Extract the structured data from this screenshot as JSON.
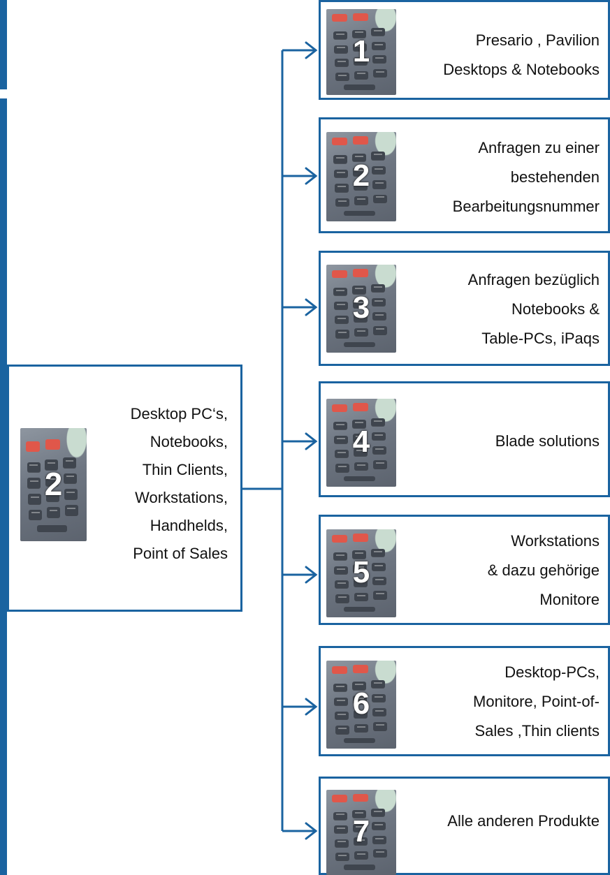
{
  "colors": {
    "accent": "#1a63a0",
    "text": "#111111",
    "keypad_red": "#e0574a"
  },
  "source": {
    "digit": "2",
    "lines": [
      "Desktop PC‘s,",
      "Notebooks,",
      "Thin Clients,",
      "Workstations,",
      "Handhelds,",
      "Point of Sales"
    ]
  },
  "options": [
    {
      "digit": "1",
      "lines": [
        "Presario , Pavilion",
        "Desktops & Notebooks"
      ]
    },
    {
      "digit": "2",
      "lines": [
        "Anfragen zu einer",
        "bestehenden",
        "Bearbeitungsnummer"
      ]
    },
    {
      "digit": "3",
      "lines": [
        "Anfragen bezüglich",
        "Notebooks &",
        "Table-PCs, iPaqs"
      ]
    },
    {
      "digit": "4",
      "lines": [
        "Blade solutions"
      ]
    },
    {
      "digit": "5",
      "lines": [
        "Workstations",
        "& dazu gehörige",
        "Monitore"
      ]
    },
    {
      "digit": "6",
      "lines": [
        "Desktop-PCs,",
        "Monitore, Point-of-",
        "Sales ,Thin clients"
      ]
    },
    {
      "digit": "7",
      "lines": [
        "Alle anderen Produkte"
      ]
    }
  ]
}
